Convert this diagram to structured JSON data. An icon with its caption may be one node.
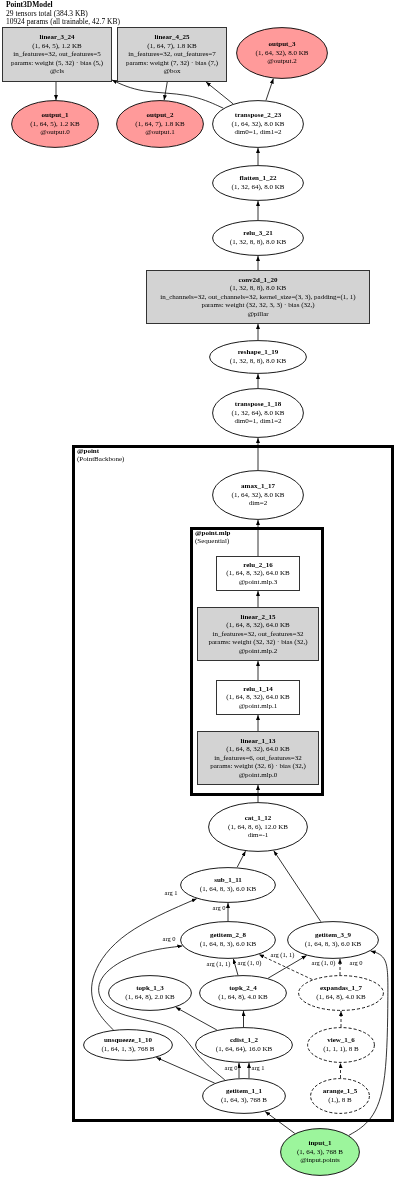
{
  "diagram": {
    "title": "Point3DModel",
    "nodes": [
      {
        "text": [
          "linear_3_24",
          "(1, 64, 5), 1.2 KB",
          "in_features=32, out_features=5",
          "params: weight (5, 32) · bias (5,)",
          "@cls"
        ]
      },
      {
        "text": [
          "linear_4_25",
          "(1, 64, 7), 1.8 KB",
          "in_features=32, out_features=7",
          "params: weight (7, 32) · bias (7,)",
          "@box"
        ]
      },
      {
        "text": [
          "output_3",
          "(1, 64, 32), 8.0 KB",
          "@output.2"
        ]
      },
      {
        "text": [
          "output_1",
          "(1, 64, 5), 1.2 KB",
          "@output.0"
        ]
      },
      {
        "text": [
          "output_2",
          "(1, 64, 7), 1.8 KB",
          "@output.1"
        ]
      },
      {
        "text": [
          "transpose_2_23",
          "(1, 64, 32), 8.0 KB",
          "dim0=1, dim1=2"
        ]
      },
      {
        "text": [
          "flatten_1_22",
          "(1, 32, 64), 8.0 KB"
        ]
      },
      {
        "text": [
          "relu_3_21",
          "(1, 32, 8, 8), 8.0 KB"
        ]
      },
      {
        "text": [
          "conv2d_1_20",
          "(1, 32, 8, 8), 8.0 KB",
          "in_channels=32, out_channels=32, kernel_size=(3, 3), padding=(1, 1)",
          "params: weight (32, 32, 3, 3) · bias (32,)",
          "@pillar"
        ]
      },
      {
        "text": [
          "reshape_1_19",
          "(1, 32, 8, 8), 8.0 KB"
        ]
      },
      {
        "text": [
          "transpose_1_18",
          "(1, 32, 64), 8.0 KB",
          "dim0=1, dim1=2"
        ]
      },
      {
        "text": [
          "@point",
          "(PointBackbone)"
        ]
      },
      {
        "text": [
          "amax_1_17",
          "(1, 64, 32), 8.0 KB",
          "dim=2"
        ],
        "in": 11
      },
      {
        "text": [
          "@point.mlp",
          "(Sequential)"
        ],
        "in": 11
      },
      {
        "text": [
          "relu_2_16",
          "(1, 64, 8, 32), 64.0 KB",
          "@point.mlp.3"
        ],
        "in": 13
      },
      {
        "text": [
          "linear_2_15",
          "(1, 64, 8, 32), 64.0 KB",
          "in_features=32, out_features=32",
          "params: weight (32, 32) · bias (32,)",
          "@point.mlp.2"
        ],
        "in": 13
      },
      {
        "text": [
          "relu_1_14",
          "(1, 64, 8, 32), 64.0 KB",
          "@point.mlp.1"
        ],
        "in": 13
      },
      {
        "text": [
          "linear_1_13",
          "(1, 64, 8, 32), 64.0 KB",
          "in_features=6, out_features=32",
          "params: weight (32, 6) · bias (32,)",
          "@point.mlp.0"
        ],
        "in": 13
      },
      {
        "text": [
          "cat_1_12",
          "(1, 64, 8, 6), 12.0 KB",
          "dim=-1"
        ],
        "in": 11
      },
      {
        "text": [
          "sub_1_11",
          "(1, 64, 8, 3), 6.0 KB"
        ],
        "in": 11
      },
      {
        "text": [
          "getitem_2_8",
          "(1, 64, 8, 3), 6.0 KB"
        ],
        "in": 11
      },
      {
        "text": [
          "getitem_3_9",
          "(1, 64, 8, 3), 6.0 KB"
        ],
        "in": 11
      },
      {
        "text": [
          "topk_1_3",
          "(1, 64, 8), 2.0 KB"
        ],
        "in": 11
      },
      {
        "text": [
          "topk_2_4",
          "(1, 64, 8), 4.0 KB"
        ],
        "in": 11
      },
      {
        "text": [
          "expandas_1_7",
          "(1, 64, 8), 4.0 KB"
        ],
        "in": 11
      },
      {
        "text": [
          "unsqueeze_1_10",
          "(1, 64, 1, 3), 768 B"
        ],
        "in": 11
      },
      {
        "text": [
          "cdist_1_2",
          "(1, 64, 64), 16.0 KB"
        ],
        "in": 11
      },
      {
        "text": [
          "view_1_6",
          "(1, 1, 1), 8 B"
        ],
        "in": 11
      },
      {
        "text": [
          "getitem_1_1",
          "(1, 64, 3), 768 B"
        ],
        "in": 11
      },
      {
        "text": [
          "arange_1_5",
          "(1,), 8 B"
        ],
        "in": 11
      },
      {
        "text": [
          "input_1",
          "(1, 64, 3), 768 B",
          "@input.points"
        ]
      }
    ],
    "edges": [
      {
        "from": 30,
        "to": 28,
        "arrow": "to"
      },
      {
        "from": 30,
        "to": 21,
        "arrow": "to",
        "label": "arg 0"
      },
      {
        "from": 28,
        "to": 25,
        "arrow": "to"
      },
      {
        "from": 28,
        "to": 26,
        "arrow": "to",
        "label": "arg 0"
      },
      {
        "from": 28,
        "to": 26,
        "arrow": "to",
        "label": "arg 1"
      },
      {
        "from": 28,
        "to": 20,
        "arrow": "to",
        "label": "arg 0"
      },
      {
        "from": 29,
        "to": 27,
        "arrow": "to",
        "style": "dashed"
      },
      {
        "from": 27,
        "to": 24,
        "arrow": "to",
        "style": "dashed"
      },
      {
        "from": 26,
        "to": 22,
        "arrow": "to"
      },
      {
        "from": 26,
        "to": 23,
        "arrow": "to"
      },
      {
        "from": 23,
        "to": 20,
        "arrow": "to",
        "label": "arg (1, 1)"
      },
      {
        "from": 24,
        "to": 20,
        "arrow": "to",
        "label": "arg (1, 0)",
        "style": "dashed"
      },
      {
        "from": 23,
        "to": 21,
        "arrow": "to",
        "label": "arg (1, 1)"
      },
      {
        "from": 24,
        "to": 21,
        "arrow": "to",
        "label": "arg (1, 0)",
        "style": "dashed"
      },
      {
        "from": 20,
        "to": 19,
        "arrow": "to",
        "label": "arg 0"
      },
      {
        "from": 25,
        "to": 19,
        "arrow": "to",
        "label": "arg 1"
      },
      {
        "from": 19,
        "to": 18,
        "arrow": "to"
      },
      {
        "from": 21,
        "to": 18,
        "arrow": "to"
      },
      {
        "from": 18,
        "to": 17,
        "arrow": "to"
      },
      {
        "from": 17,
        "to": 16,
        "arrow": "to"
      },
      {
        "from": 16,
        "to": 15,
        "arrow": "to"
      },
      {
        "from": 15,
        "to": 14,
        "arrow": "to"
      },
      {
        "from": 14,
        "to": 12,
        "arrow": "to"
      },
      {
        "from": 12,
        "to": 10,
        "arrow": "to"
      },
      {
        "from": 10,
        "to": 9,
        "arrow": "to"
      },
      {
        "from": 9,
        "to": 8,
        "arrow": "to"
      },
      {
        "from": 8,
        "to": 7,
        "arrow": "to"
      },
      {
        "from": 7,
        "to": 6,
        "arrow": "to"
      },
      {
        "from": 6,
        "to": 5,
        "arrow": "to"
      },
      {
        "from": 5,
        "to": 0,
        "arrow": "to"
      },
      {
        "from": 5,
        "to": 1,
        "arrow": "to"
      },
      {
        "from": 5,
        "to": 2,
        "arrow": "to"
      },
      {
        "from": 0,
        "to": 3,
        "arrow": "to"
      },
      {
        "from": 1,
        "to": 4,
        "arrow": "to"
      }
    ],
    "labels": [
      "29 tensors total (384.3 KB)",
      "10924 params (all trainable, 42.7 KB)"
    ]
  }
}
